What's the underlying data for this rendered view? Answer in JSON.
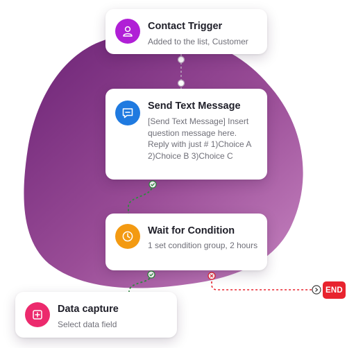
{
  "nodes": {
    "contact_trigger": {
      "title": "Contact Trigger",
      "description": "Added to the list, Customer",
      "icon": "user-icon",
      "icon_color": "#b01fd6"
    },
    "send_text_message": {
      "title": "Send Text Message",
      "description": "[Send Text Message] Insert question message here. Reply with just # 1)Choice A 2)Choice B 3)Choice C",
      "icon": "message-icon",
      "icon_color": "#1f7ae0"
    },
    "wait_for_condition": {
      "title": "Wait for Condition",
      "description": "1 set condition group, 2 hours",
      "icon": "clock-icon",
      "icon_color": "#f39a12"
    },
    "data_capture": {
      "title": "Data capture",
      "description": "Select data field",
      "icon": "plus-square-icon",
      "icon_color": "#ec2a6d"
    }
  },
  "end": {
    "label": "END",
    "color": "#e8232e"
  },
  "colors": {
    "blob_start": "#6b2275",
    "blob_end": "#c07ab8",
    "success_path": "#2e8b3e",
    "failure_path": "#e8232e",
    "neutral_path": "#b9a6bd"
  }
}
